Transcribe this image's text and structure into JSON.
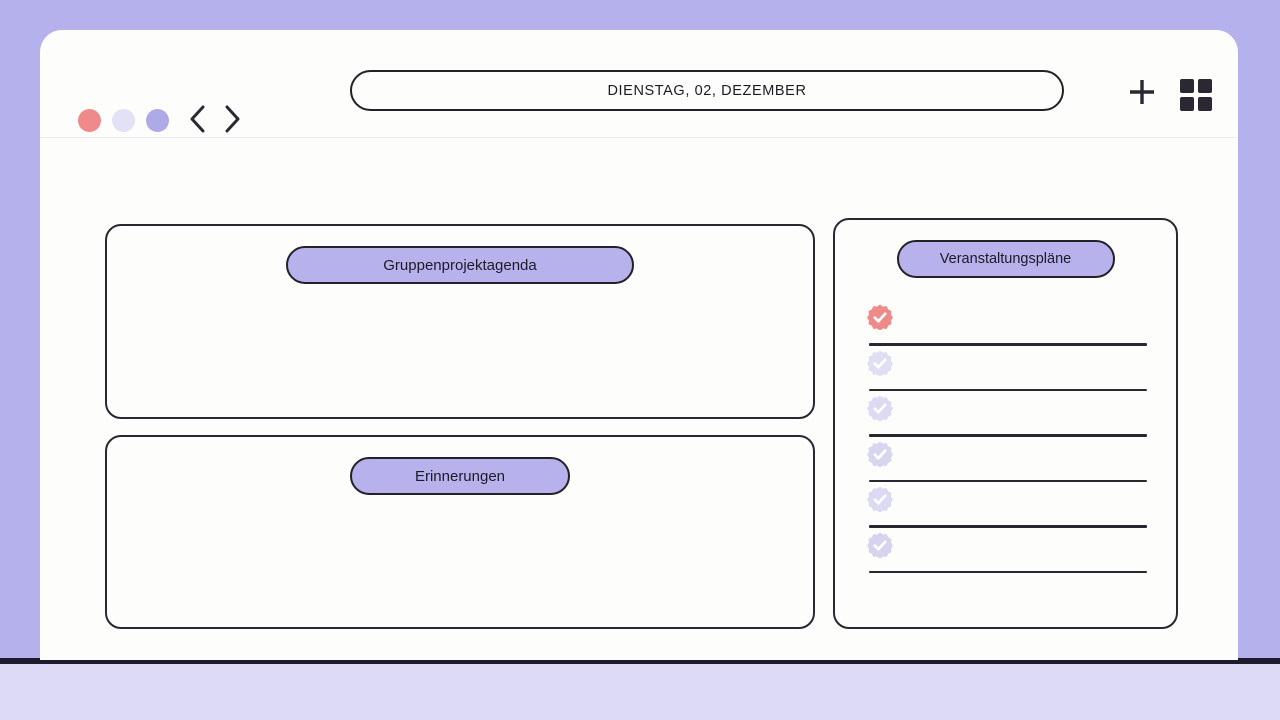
{
  "theme": {
    "background": "#b5b1ec",
    "background_lower": "#dcdaf4",
    "window_bg": "#fdfdfb",
    "outline": "#2a2731",
    "accent_lavender": "#b7b2ec",
    "accent_salmon": "#ee8a8a",
    "pale_lavender": "#e3e1f6"
  },
  "titlebar": {
    "window_dots": [
      {
        "name": "close-dot",
        "color": "#ee8a8a"
      },
      {
        "name": "minimize-dot",
        "color": "#e3e1f6"
      },
      {
        "name": "maximize-dot",
        "color": "#aeaae8"
      }
    ],
    "nav": {
      "back_icon": "chevron-left-icon",
      "forward_icon": "chevron-right-icon"
    },
    "address": {
      "value": "DIENSTAG, 02, DEZEMBER",
      "placeholder": "DIENSTAG, 02, DEZEMBER"
    },
    "actions": [
      {
        "name": "add-button",
        "icon": "plus-icon"
      },
      {
        "name": "grid-view-button",
        "icon": "grid-icon"
      }
    ]
  },
  "cards": {
    "agenda": {
      "title": "Gruppenprojektagenda"
    },
    "reminders": {
      "title": "Erinnerungen"
    },
    "events": {
      "title": "Veranstaltungspläne",
      "items": [
        {
          "badge": "check-seal-icon",
          "state": "active",
          "color": "#ee8a8a",
          "text": ""
        },
        {
          "badge": "check-seal-icon",
          "state": "inactive",
          "color": "#e0def3",
          "text": ""
        },
        {
          "badge": "check-seal-icon",
          "state": "inactive",
          "color": "#dddaf1",
          "text": ""
        },
        {
          "badge": "check-seal-icon",
          "state": "inactive",
          "color": "#d8d5ef",
          "text": ""
        },
        {
          "badge": "check-seal-icon",
          "state": "inactive",
          "color": "#dcdaf2",
          "text": ""
        },
        {
          "badge": "check-seal-icon",
          "state": "inactive",
          "color": "#d6d3ee",
          "text": ""
        }
      ]
    }
  }
}
